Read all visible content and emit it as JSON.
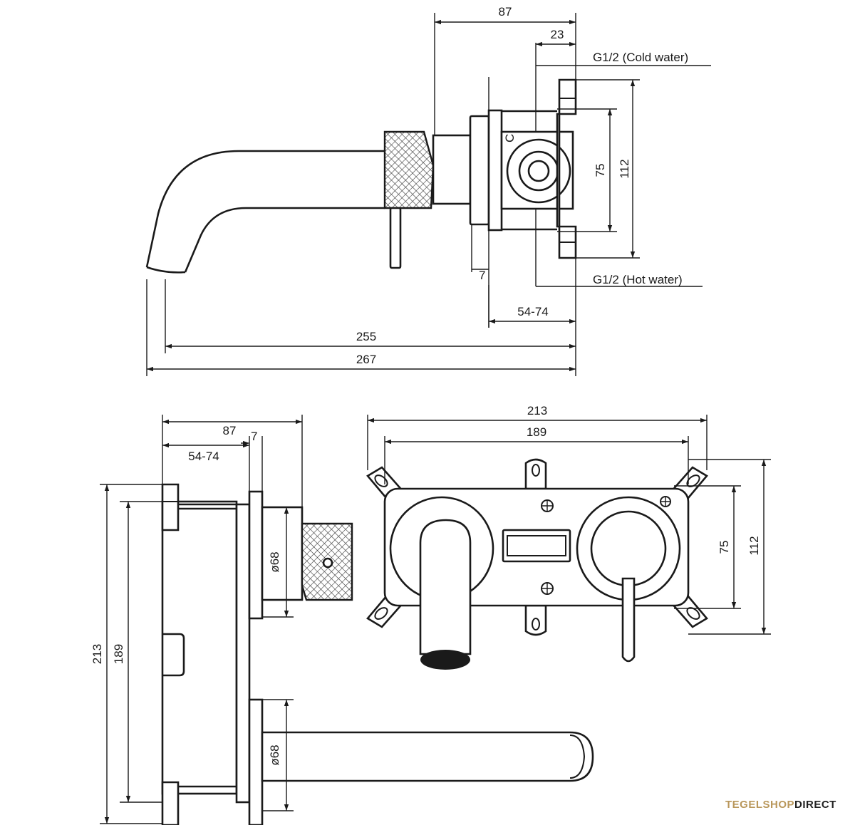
{
  "diagram": {
    "side_view": {
      "dim_top_width": "87",
      "dim_outlet_offset": "23",
      "dim_height_112": "112",
      "dim_height_75": "75",
      "dim_plate": "7",
      "dim_range": "54-74",
      "dim_length_255": "255",
      "dim_length_267": "267",
      "label_cold": "G1/2 (Cold water)",
      "label_hot": "G1/2 (Hot water)",
      "marker_c": "C"
    },
    "bottom_left_view": {
      "dim_top_width": "87",
      "dim_plate": "7",
      "dim_range": "54-74",
      "dim_height_213": "213",
      "dim_height_189": "189",
      "dim_diameter_upper": "ø68",
      "dim_diameter_lower": "ø68"
    },
    "front_view": {
      "dim_width_213": "213",
      "dim_width_189": "189",
      "dim_height_75": "75",
      "dim_height_112": "112"
    }
  },
  "brand": {
    "part1": "TEGELSHOP",
    "part2": "DIRECT"
  }
}
